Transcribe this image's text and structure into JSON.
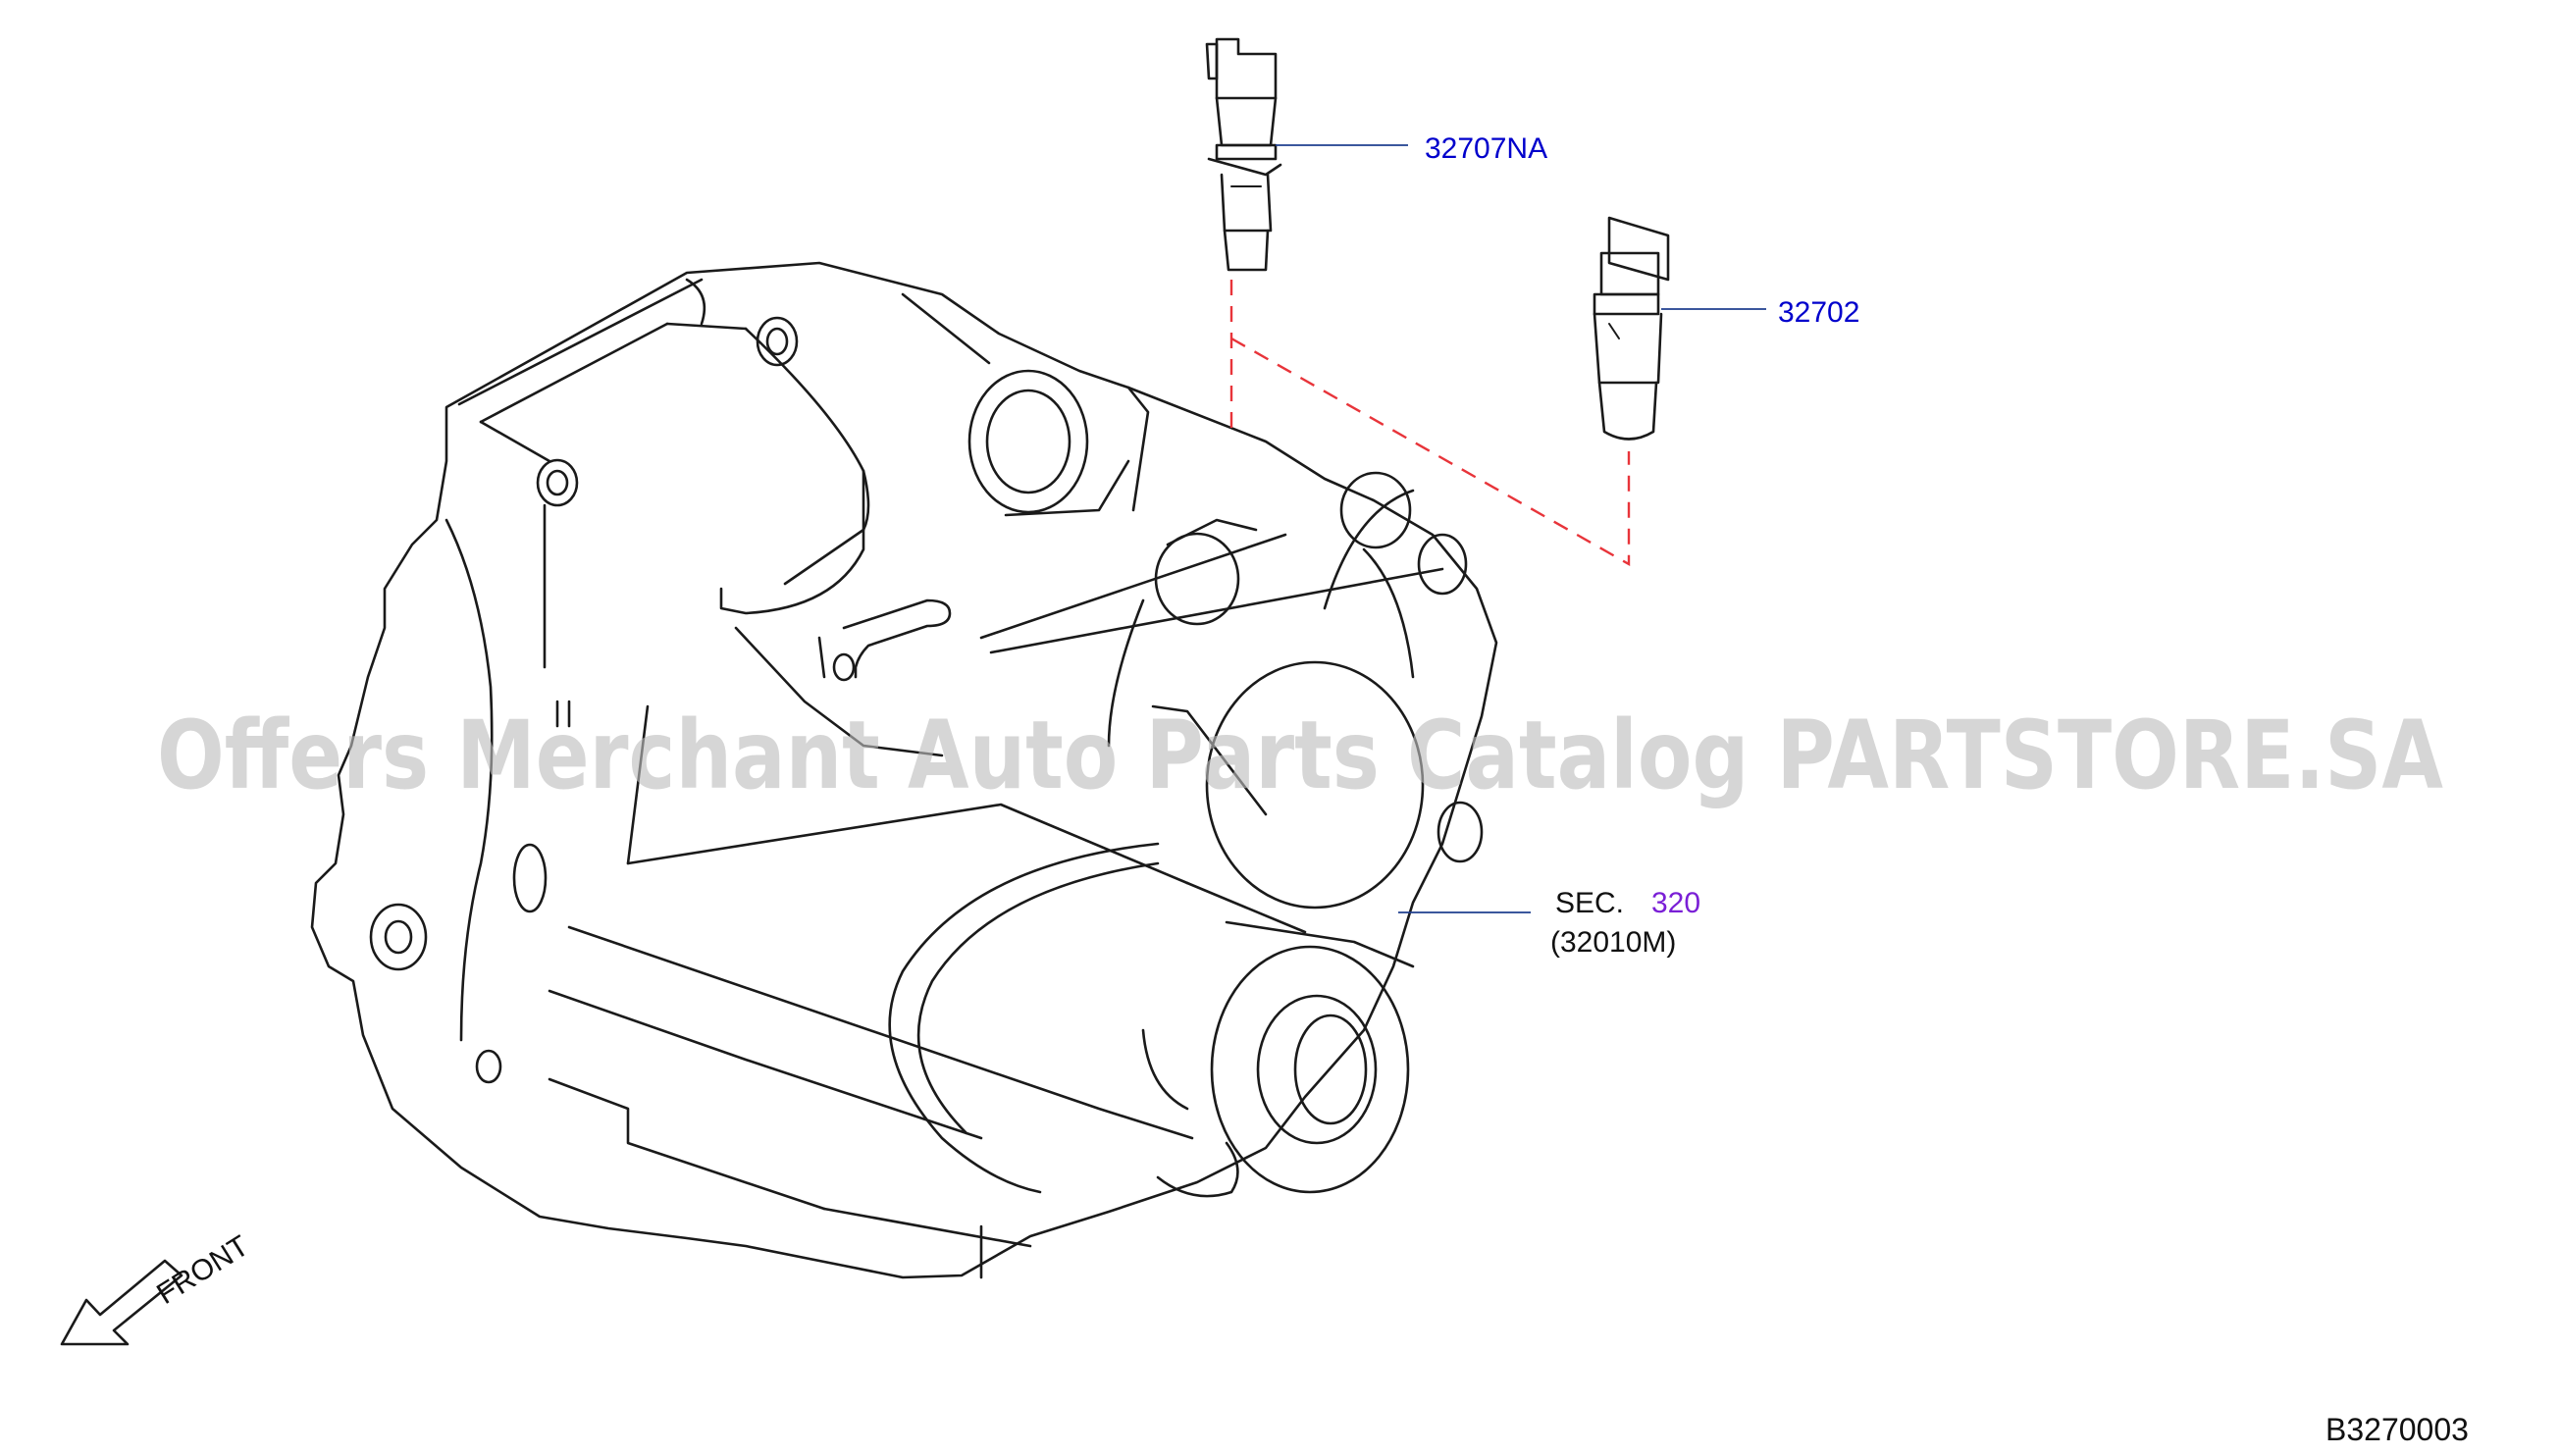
{
  "callouts": {
    "part_1": "32707NA",
    "part_2": "32702",
    "section_prefix": "SEC.",
    "section_number": "320",
    "section_subref": "(32010M)"
  },
  "direction_label": "FRONT",
  "figure_code": "B3270003",
  "watermark": "Offers Merchant Auto Parts Catalog PARTSTORE.SA",
  "colors": {
    "part_number": "#0000cc",
    "section_link": "#7a1fd6",
    "dashed_guide": "#e8343a",
    "leader": "#1f3f8f"
  },
  "icons": {
    "front_arrow": "arrow-down-left-icon"
  }
}
